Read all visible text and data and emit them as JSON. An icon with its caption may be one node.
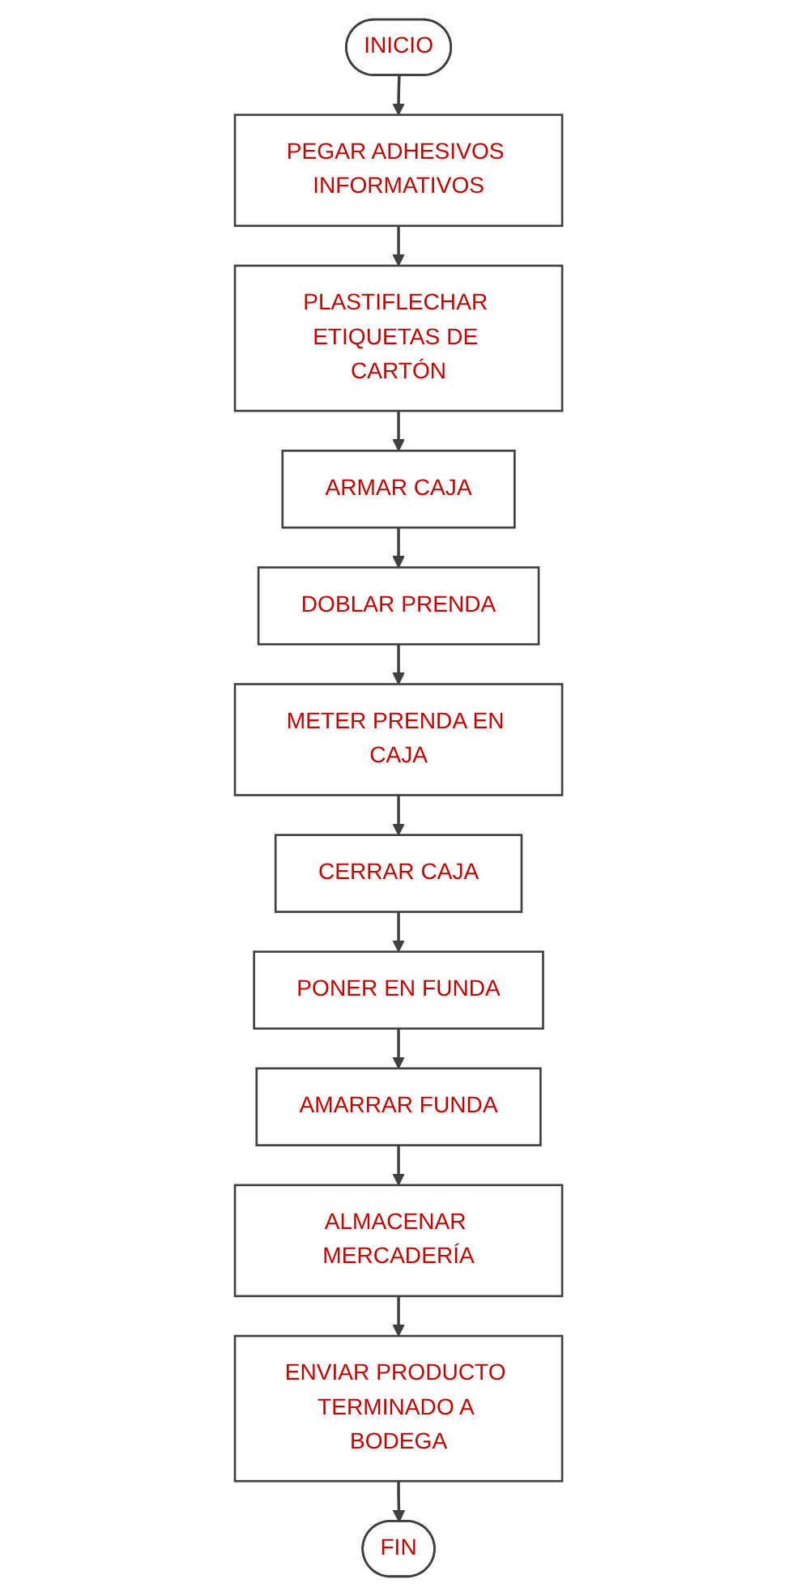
{
  "diagram": {
    "nodes": [
      {
        "text": [
          "INICIO"
        ]
      },
      {
        "text": [
          "PEGAR ADHESIVOS INFORMATIVOS"
        ]
      },
      {
        "text": [
          "PLASTIFLECHAR ETIQUETAS DE CARTÓN"
        ]
      },
      {
        "text": [
          "ARMAR CAJA"
        ]
      },
      {
        "text": [
          "DOBLAR PRENDA"
        ]
      },
      {
        "text": [
          "METER PRENDA EN CAJA"
        ]
      },
      {
        "text": [
          "CERRAR CAJA"
        ]
      },
      {
        "text": [
          "PONER EN FUNDA"
        ]
      },
      {
        "text": [
          "AMARRAR FUNDA"
        ]
      },
      {
        "text": [
          "ALMACENAR MERCADERÍA"
        ]
      },
      {
        "text": [
          "ENVIAR PRODUCTO TERMINADO A BODEGA"
        ]
      },
      {
        "text": [
          "FIN"
        ]
      }
    ],
    "edges": [
      {
        "from": 0,
        "to": 1,
        "arrow": "to"
      },
      {
        "from": 1,
        "to": 2,
        "arrow": "to"
      },
      {
        "from": 2,
        "to": 3,
        "arrow": "to"
      },
      {
        "from": 3,
        "to": 4,
        "arrow": "to"
      },
      {
        "from": 4,
        "to": 5,
        "arrow": "to"
      },
      {
        "from": 5,
        "to": 6,
        "arrow": "to"
      },
      {
        "from": 6,
        "to": 7,
        "arrow": "to"
      },
      {
        "from": 7,
        "to": 8,
        "arrow": "to"
      },
      {
        "from": 8,
        "to": 9,
        "arrow": "to"
      },
      {
        "from": 9,
        "to": 10,
        "arrow": "to"
      },
      {
        "from": 10,
        "to": 11,
        "arrow": "to"
      }
    ]
  }
}
